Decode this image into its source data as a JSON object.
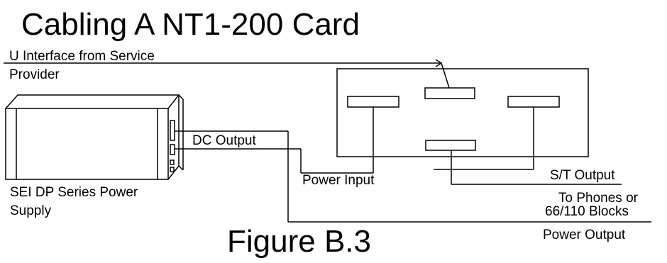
{
  "title": "Cabling A NT1-200 Card",
  "figure_caption": "Figure B.3",
  "labels": {
    "u_interface_line1": "U Interface from Service",
    "u_interface_line2": "Provider",
    "dc_output": "DC Output",
    "power_supply_line1": "SEI DP Series Power",
    "power_supply_line2": "Supply",
    "power_input": "Power Input",
    "st_output": "S/T Output",
    "to_phones_line1": "To Phones or",
    "to_phones_line2": "66/110 Blocks",
    "power_output": "Power Output"
  }
}
